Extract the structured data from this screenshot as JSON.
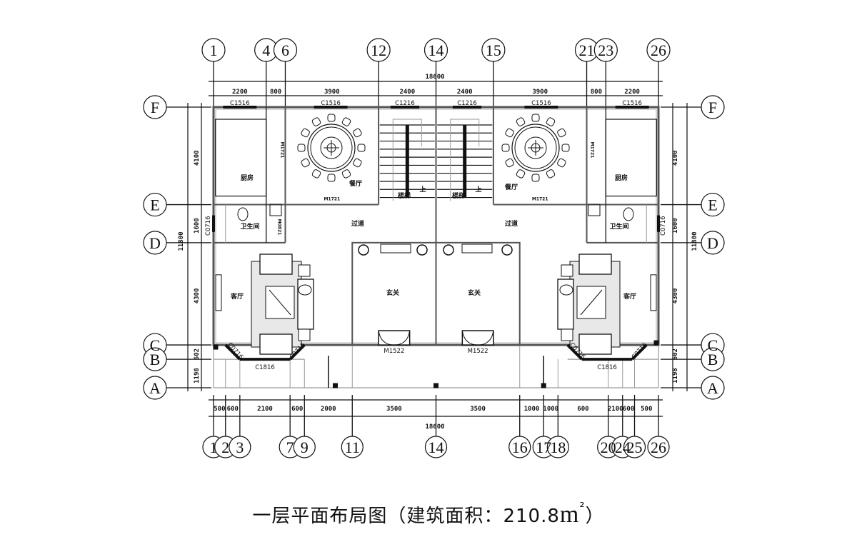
{
  "caption": {
    "title": "一层平面布局图（建筑面积：",
    "area": "210.8",
    "unit": "m",
    "unit_sup": "²",
    "close": "）"
  },
  "top_axes": [
    "1",
    "4",
    "6",
    "12",
    "14",
    "15",
    "21",
    "23",
    "26"
  ],
  "bottom_axes": [
    "1",
    "2",
    "3",
    "7",
    "9",
    "11",
    "14",
    "16",
    "17",
    "18",
    "20",
    "24",
    "25",
    "26"
  ],
  "row_axes": [
    "F",
    "E",
    "D",
    "C",
    "B",
    "A"
  ],
  "top_total": "18600",
  "top_dims": [
    "2200",
    "800",
    "3900",
    "2400",
    "2400",
    "3900",
    "800",
    "2200"
  ],
  "bottom_total": "18600",
  "bottom_dims": [
    "500",
    "600",
    "2100",
    "600",
    "2000",
    "3500",
    "3500",
    "1000",
    "1000",
    "600",
    "2100",
    "600",
    "500"
  ],
  "side_total": "11800",
  "side_dims": [
    "4100",
    "1600",
    "4300",
    "602",
    "1198"
  ],
  "windows": {
    "top": [
      "C1516",
      "C1516",
      "C1216",
      "C1216",
      "C1516",
      "C1516"
    ],
    "side": "C0716",
    "bay_side": "C0716",
    "bay_front": "C1816"
  },
  "doors": {
    "entry": "M1522",
    "dining": "M1721",
    "kitchen": "M1721",
    "bath": "M0821"
  },
  "rooms": {
    "kitchen": "厨房",
    "dining": "餐厅",
    "stair": "楼梯",
    "stair_up": "上",
    "corridor": "过道",
    "bath": "卫生间",
    "living": "客厅",
    "foyer": "玄关"
  },
  "colors": {
    "line": "#111111",
    "wall": "#555555",
    "light": "#9a9a9a"
  }
}
